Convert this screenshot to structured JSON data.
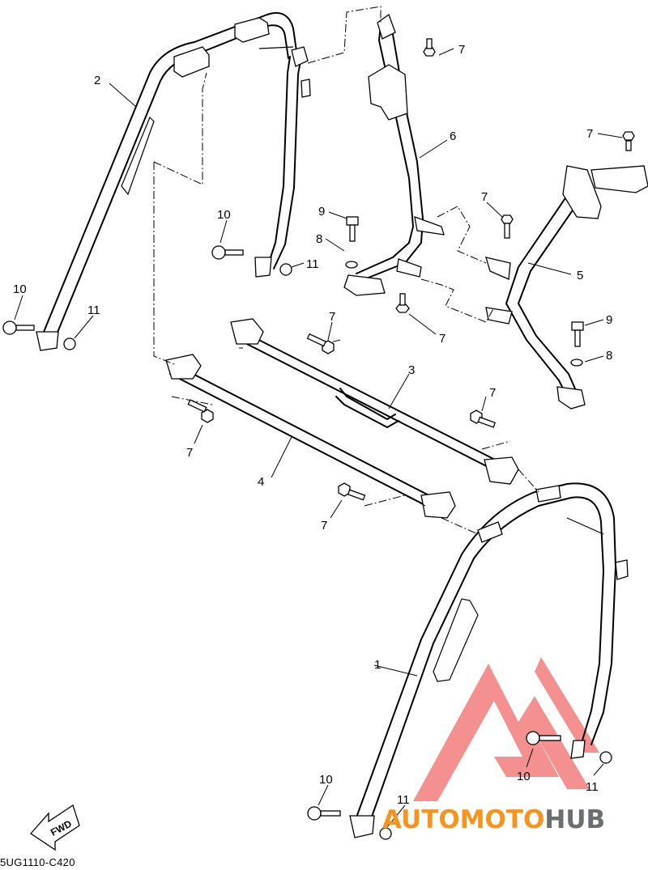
{
  "diagram_code": "5UG1110-C420",
  "fwd_label": "FWD",
  "watermark": {
    "text_a": "AUTOMOTO",
    "text_b": "HUB",
    "color_a": "#f7941d",
    "color_b": "#6d6e71",
    "logo_color": "#ef5b5b"
  },
  "callouts": [
    {
      "id": "c1",
      "label": "1"
    },
    {
      "id": "c2",
      "label": "2"
    },
    {
      "id": "c3",
      "label": "3"
    },
    {
      "id": "c4",
      "label": "4"
    },
    {
      "id": "c5",
      "label": "5"
    },
    {
      "id": "c6",
      "label": "6"
    },
    {
      "id": "c7a",
      "label": "7"
    },
    {
      "id": "c7b",
      "label": "7"
    },
    {
      "id": "c7c",
      "label": "7"
    },
    {
      "id": "c7d",
      "label": "7"
    },
    {
      "id": "c7e",
      "label": "7"
    },
    {
      "id": "c7f",
      "label": "7"
    },
    {
      "id": "c7g",
      "label": "7"
    },
    {
      "id": "c7h",
      "label": "7"
    },
    {
      "id": "c8a",
      "label": "8"
    },
    {
      "id": "c8b",
      "label": "8"
    },
    {
      "id": "c9a",
      "label": "9"
    },
    {
      "id": "c9b",
      "label": "9"
    },
    {
      "id": "c10a",
      "label": "10"
    },
    {
      "id": "c10b",
      "label": "10"
    },
    {
      "id": "c10c",
      "label": "10"
    },
    {
      "id": "c10d",
      "label": "10"
    },
    {
      "id": "c11a",
      "label": "11"
    },
    {
      "id": "c11b",
      "label": "11"
    },
    {
      "id": "c11c",
      "label": "11"
    },
    {
      "id": "c11d",
      "label": "11"
    }
  ]
}
